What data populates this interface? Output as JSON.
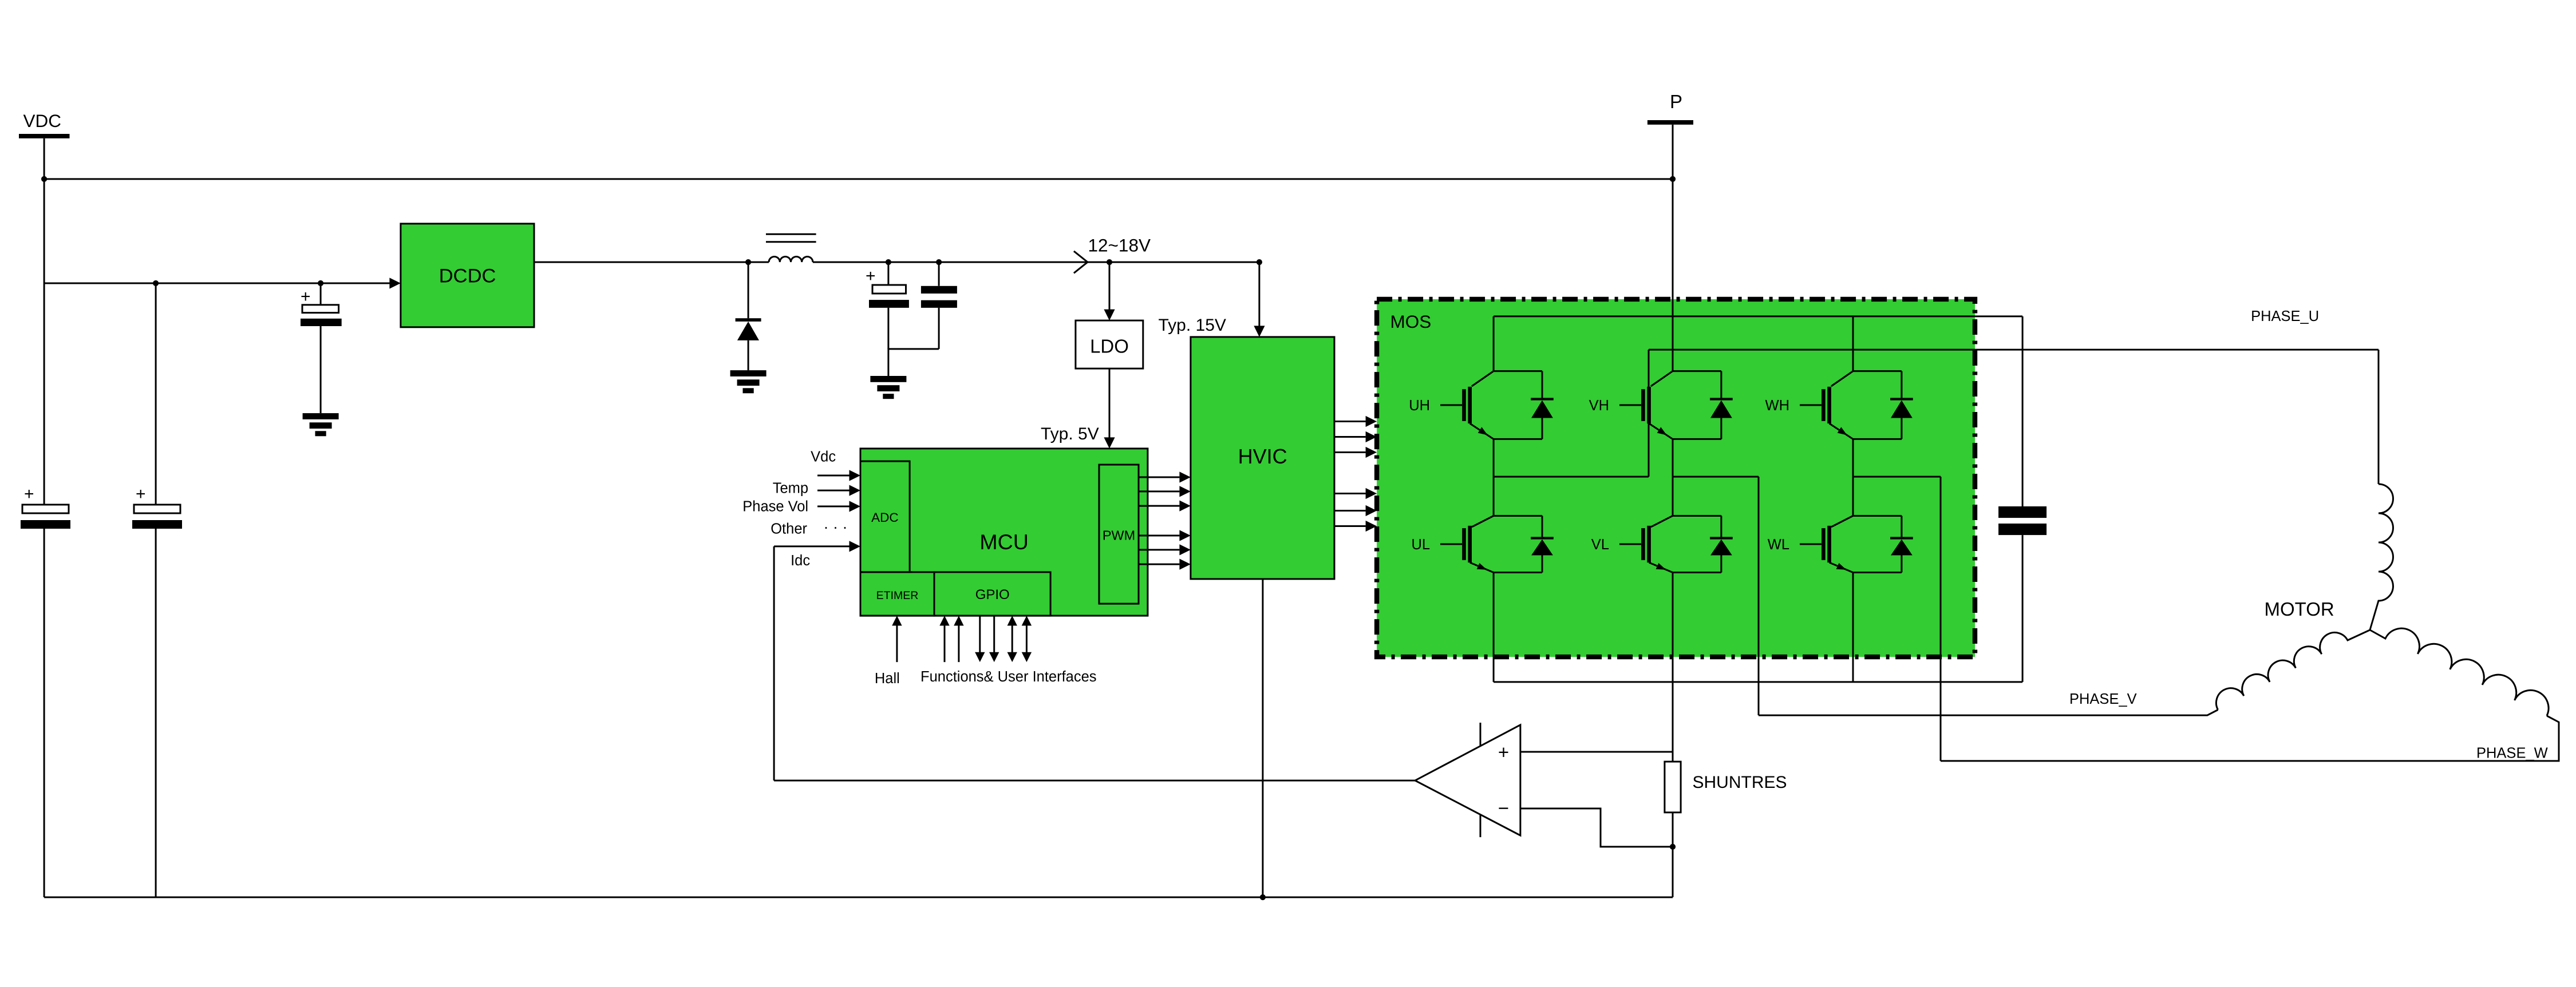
{
  "colors": {
    "green": "#33cc33",
    "wire": "#000000",
    "background": "#ffffff"
  },
  "rails": {
    "vdc": "VDC",
    "p": "P"
  },
  "power": {
    "range": "12~18V",
    "typ15": "Typ. 15V",
    "typ5": "Typ. 5V"
  },
  "blocks": {
    "dcdc": "DCDC",
    "ldo": "LDO",
    "hvic": "HVIC",
    "mcu": "MCU",
    "adc": "ADC",
    "etimer": "ETIMER",
    "gpio": "GPIO",
    "pwm": "PWM",
    "mos": "MOS"
  },
  "mcu_inputs": {
    "vdc": "Vdc",
    "temp": "Temp",
    "phase_vol": "Phase Vol",
    "other": "Other",
    "ellipsis": "· · ·",
    "idc": "Idc"
  },
  "mcu_bottom": {
    "hall": "Hall",
    "functions": "Functions& User Interfaces"
  },
  "gates": {
    "uh": "UH",
    "vh": "VH",
    "wh": "WH",
    "ul": "UL",
    "vl": "VL",
    "wl": "WL"
  },
  "motor": {
    "label": "MOTOR",
    "phase_u": "PHASE_U",
    "phase_v": "PHASE_V",
    "phase_w": "PHASE_W"
  },
  "current_sense": {
    "shunt": "SHUNTRES",
    "opamp_plus": "+",
    "opamp_minus": "−"
  },
  "symbols": {
    "cap_plus": "+"
  }
}
